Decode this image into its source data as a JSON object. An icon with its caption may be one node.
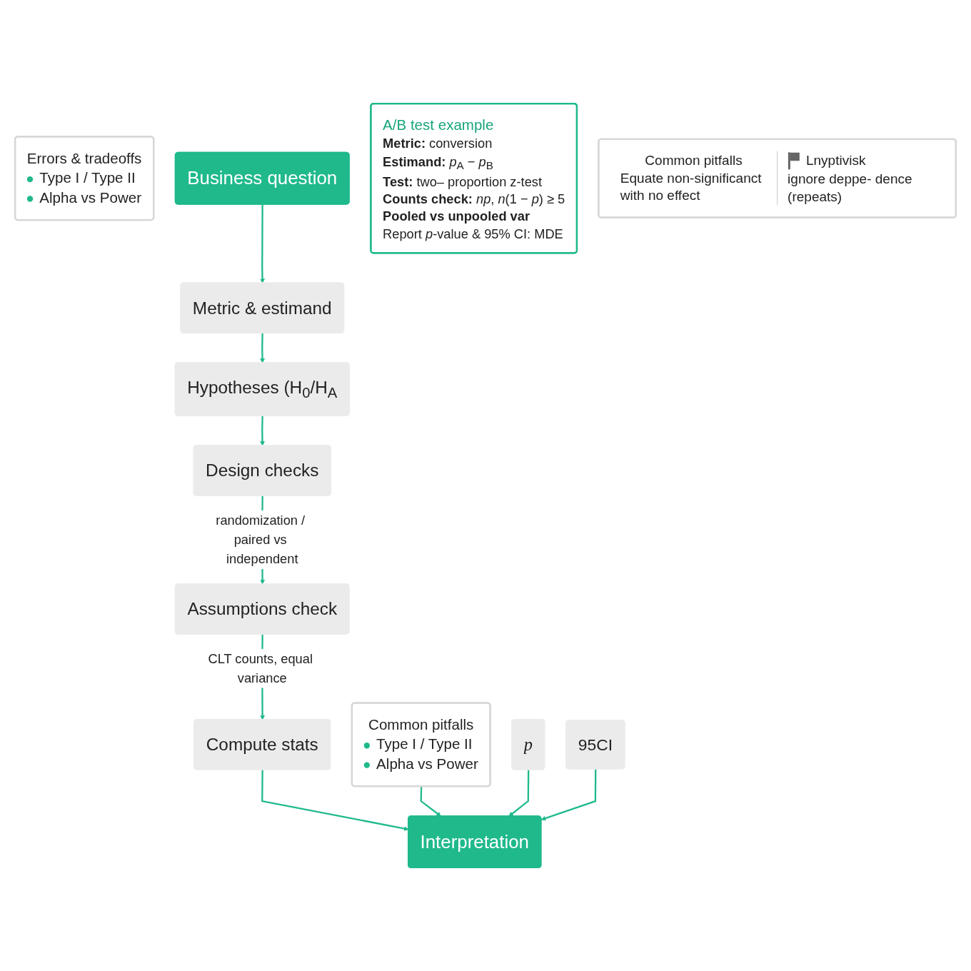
{
  "diagram": {
    "nodes": [
      {
        "text": [
          "Business question"
        ]
      },
      {
        "text": [
          "Errors & tradeoffs",
          "Type I / Type II",
          "Alpha vs Power"
        ]
      },
      {
        "text": [
          "Metric & estimand"
        ]
      },
      {
        "text": [
          "A/B test example",
          "**Metric:** conversion",
          "**Estimand:** *p*$_{A}$ − *p*$_{B}$",
          "**Test:** two– proportion z-test",
          "**Counts check:** *np*, *n*(1 − *p*) ≥ 5",
          "Pooled vs unpooled var",
          "Report *p*-value & 95% CI: MDE"
        ]
      },
      {
        "text": [
          "Hypotheses (H$_{0}$/H$_{A}$"
        ]
      },
      {
        "text": [
          "Design checks"
        ]
      },
      {
        "text": [
          "Assumptions check"
        ]
      },
      {
        "text": [
          "Compute stats"
        ]
      },
      {
        "text": [
          "p"
        ]
      },
      {
        "text": [
          "95CI"
        ]
      },
      {
        "text": [
          "Common pitfalls",
          "Type I / Type II",
          "Alpha vs Power"
        ]
      },
      {
        "text": [
          "Interpretation"
        ]
      },
      {
        "text": [
          "Common pitfalls",
          "Equate non-significanct with no effect",
          "Lnyptivisk",
          "ignore deppe- dence (repeats)"
        ]
      }
    ],
    "edges": [
      {
        "from": 0,
        "to": 2,
        "arrow": "to"
      },
      {
        "from": 2,
        "to": 4,
        "arrow": "to"
      },
      {
        "from": 4,
        "to": 5,
        "arrow": "to"
      },
      {
        "from": 5,
        "to": 6,
        "arrow": "to",
        "label": "randomization / paired vs independent"
      },
      {
        "from": 6,
        "to": 7,
        "arrow": "to",
        "label": "CLT counts, equal variance"
      },
      {
        "from": 7,
        "to": 11,
        "arrow": "to"
      },
      {
        "from": 10,
        "to": 11,
        "arrow": "to"
      },
      {
        "from": 8,
        "to": 11,
        "arrow": "to"
      },
      {
        "from": 9,
        "to": 11,
        "arrow": "to"
      }
    ]
  }
}
